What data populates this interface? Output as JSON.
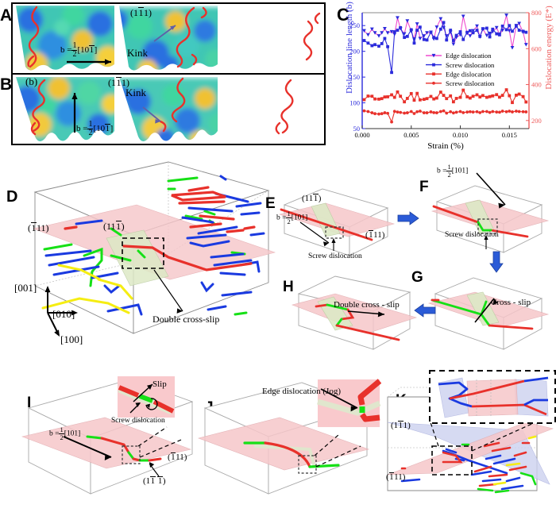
{
  "figure": {
    "panels": [
      "A",
      "B",
      "C",
      "D",
      "E",
      "F",
      "G",
      "H",
      "I",
      "J",
      "K"
    ]
  },
  "panelA": {
    "letter": "A",
    "plane_label": "(1̢1̢1)",
    "plane_label_plain": "(1 1 1)",
    "burgers_label": "b =",
    "burgers_num": "1",
    "burgers_den": "2",
    "burgers_dir": "[10 1]",
    "kink_label": "Kink",
    "subpanels": 3
  },
  "panelB": {
    "letter": "B",
    "sublabel": "(b)",
    "plane_label": "(1 1 1)",
    "burgers_label": "b =",
    "burgers_num": "1",
    "burgers_den": "2",
    "burgers_dir": "[10 1]",
    "kink_label": "Kink",
    "subpanels": 3
  },
  "panelC": {
    "letter": "C"
  },
  "chart_data": {
    "type": "line",
    "title": "",
    "xlabel": "Strain (%)",
    "ylabel_left": "Dislocation line length (b)",
    "ylabel_right": "Dislocation energy (E*)",
    "xlim": [
      0.0,
      0.017
    ],
    "ylim_left": [
      50,
      275
    ],
    "ylim_right": [
      155,
      800
    ],
    "xticks": [
      "0.000",
      "0.005",
      "0.010",
      "0.015"
    ],
    "xtick_values": [
      0.0,
      0.005,
      0.01,
      0.015
    ],
    "yticks_left": [
      "50",
      "100",
      "150",
      "200",
      "250"
    ],
    "ytick_values_left": [
      50,
      100,
      150,
      200,
      250
    ],
    "yticks_right": [
      "200",
      "400",
      "600",
      "800"
    ],
    "ytick_values_right": [
      200,
      400,
      600,
      800
    ],
    "grid": false,
    "legend_position": "center",
    "left_axis_color": "#2b2bdc",
    "right_axis_color": "#ee5b5b",
    "series": [
      {
        "name": "Edge dislocation",
        "axis": "left",
        "color": "#ef4ccf",
        "marker": "triangle-down",
        "marker_color": "#2b2bdc",
        "legend_label": "Edge dislocation",
        "x": [
          0.0002,
          0.0006,
          0.001,
          0.0013,
          0.0017,
          0.002,
          0.0023,
          0.0026,
          0.003,
          0.0033,
          0.0036,
          0.0039,
          0.0043,
          0.0046,
          0.005,
          0.0053,
          0.0056,
          0.0059,
          0.0063,
          0.0066,
          0.007,
          0.0073,
          0.0076,
          0.008,
          0.0083,
          0.0086,
          0.009,
          0.0093,
          0.0096,
          0.01,
          0.0103,
          0.0107,
          0.011,
          0.0113,
          0.0117,
          0.012,
          0.0123,
          0.0127,
          0.013,
          0.0133,
          0.0137,
          0.014,
          0.0143,
          0.0147,
          0.015,
          0.0153,
          0.0157,
          0.016,
          0.0164,
          0.0167
        ],
        "values": [
          240,
          232,
          243,
          236,
          230,
          236,
          244,
          236,
          238,
          233,
          265,
          244,
          234,
          259,
          239,
          224,
          253,
          225,
          230,
          236,
          237,
          224,
          247,
          263,
          246,
          230,
          237,
          214,
          227,
          232,
          268,
          235,
          230,
          240,
          249,
          228,
          243,
          231,
          235,
          238,
          246,
          233,
          241,
          270,
          240,
          207,
          250,
          254,
          237,
          213
        ]
      },
      {
        "name": "Screw dislocation",
        "axis": "left",
        "color": "#2b2bdc",
        "marker": "square",
        "marker_color": "#2b2bdc",
        "legend_label": "Screw dislocation",
        "x": [
          0.0002,
          0.0006,
          0.001,
          0.0013,
          0.0017,
          0.002,
          0.0023,
          0.0026,
          0.003,
          0.0033,
          0.0036,
          0.0039,
          0.0043,
          0.0046,
          0.005,
          0.0053,
          0.0056,
          0.0059,
          0.0063,
          0.0066,
          0.007,
          0.0073,
          0.0076,
          0.008,
          0.0083,
          0.0086,
          0.009,
          0.0093,
          0.0096,
          0.01,
          0.0103,
          0.0107,
          0.011,
          0.0113,
          0.0117,
          0.012,
          0.0123,
          0.0127,
          0.013,
          0.0133,
          0.0137,
          0.014,
          0.0143,
          0.0147,
          0.015,
          0.0153,
          0.0157,
          0.016,
          0.0164,
          0.0167
        ],
        "values": [
          221,
          216,
          211,
          213,
          210,
          215,
          225,
          209,
          159,
          238,
          241,
          246,
          227,
          229,
          242,
          216,
          241,
          247,
          223,
          222,
          237,
          227,
          225,
          243,
          256,
          222,
          241,
          221,
          231,
          238,
          223,
          237,
          240,
          236,
          241,
          229,
          244,
          245,
          228,
          243,
          234,
          232,
          249,
          242,
          250,
          239,
          249,
          241,
          239,
          237
        ]
      },
      {
        "name": "Edge dislocation",
        "axis": "right",
        "color": "#e8312b",
        "marker": "square",
        "marker_color": "#e8312b",
        "legend_label": "Edge dislocation",
        "x": [
          0.0002,
          0.0006,
          0.001,
          0.0013,
          0.0017,
          0.002,
          0.0023,
          0.0026,
          0.003,
          0.0033,
          0.0036,
          0.0039,
          0.0043,
          0.0046,
          0.005,
          0.0053,
          0.0056,
          0.0059,
          0.0063,
          0.0066,
          0.007,
          0.0073,
          0.0076,
          0.008,
          0.0083,
          0.0086,
          0.009,
          0.0093,
          0.0096,
          0.01,
          0.0103,
          0.0107,
          0.011,
          0.0113,
          0.0117,
          0.012,
          0.0123,
          0.0127,
          0.013,
          0.0133,
          0.0137,
          0.014,
          0.0143,
          0.0147,
          0.015,
          0.0153,
          0.0157,
          0.016,
          0.0164,
          0.0167
        ],
        "values": [
          316,
          336,
          335,
          320,
          319,
          322,
          331,
          332,
          343,
          329,
          359,
          335,
          304,
          323,
          350,
          313,
          351,
          315,
          318,
          322,
          334,
          320,
          325,
          358,
          340,
          322,
          337,
          304,
          323,
          329,
          369,
          332,
          325,
          335,
          343,
          331,
          339,
          329,
          333,
          337,
          344,
          330,
          340,
          371,
          338,
          300,
          341,
          347,
          333,
          303
        ]
      },
      {
        "name": "Screw dislocation",
        "axis": "right",
        "color": "#e8312b",
        "marker": "circle",
        "marker_color": "#e8312b",
        "legend_label": "Screw dislocation",
        "x": [
          0.0002,
          0.0006,
          0.001,
          0.0013,
          0.0017,
          0.002,
          0.0023,
          0.0026,
          0.003,
          0.0033,
          0.0036,
          0.0039,
          0.0043,
          0.0046,
          0.005,
          0.0053,
          0.0056,
          0.0059,
          0.0063,
          0.0066,
          0.007,
          0.0073,
          0.0076,
          0.008,
          0.0083,
          0.0086,
          0.009,
          0.0093,
          0.0096,
          0.01,
          0.0103,
          0.0107,
          0.011,
          0.0113,
          0.0117,
          0.012,
          0.0123,
          0.0127,
          0.013,
          0.0133,
          0.0137,
          0.014,
          0.0143,
          0.0147,
          0.015,
          0.0153,
          0.0157,
          0.016,
          0.0164,
          0.0167
        ],
        "values": [
          254,
          250,
          243,
          238,
          236,
          238,
          243,
          240,
          192,
          251,
          247,
          245,
          241,
          243,
          250,
          239,
          249,
          252,
          243,
          243,
          248,
          244,
          243,
          250,
          254,
          241,
          249,
          242,
          246,
          250,
          244,
          247,
          249,
          247,
          249,
          244,
          250,
          250,
          245,
          250,
          247,
          246,
          252,
          249,
          252,
          248,
          252,
          250,
          249,
          248
        ]
      }
    ]
  },
  "panelD": {
    "letter": "D",
    "plane1": "(1 1 1)",
    "plane2": "(1 1 1)",
    "annotation": "Double  cross-slip",
    "axes": [
      "[001]",
      "[010]",
      "[100]"
    ]
  },
  "panelE": {
    "letter": "E",
    "plane_top": "(1 1 1)",
    "plane_bottom": "(1 1 1)",
    "burgers_label": "b =",
    "burgers_num": "1",
    "burgers_den": "2",
    "burgers_dir": "[101]",
    "annotation": "Screw dislocation"
  },
  "panelF": {
    "letter": "F",
    "burgers_label": "b =",
    "burgers_num": "1",
    "burgers_den": "2",
    "burgers_dir": "[101]",
    "annotation": "Screw dislocation"
  },
  "panelG": {
    "letter": "G",
    "annotation": "Cross - slip"
  },
  "panelH": {
    "letter": "H",
    "annotation": "Double cross - slip"
  },
  "panelI": {
    "letter": "I",
    "burgers_label": "b =",
    "burgers_num": "1",
    "burgers_den": "2",
    "burgers_dir": "[101]",
    "inset_slip": "Slip",
    "inset_screw": "Screw dislocation",
    "plane_right": "(1 11)",
    "plane_bottom": "(11 1)"
  },
  "panelJ": {
    "letter": "J",
    "annotation": "Edge dislocation (Jog)"
  },
  "panelK": {
    "letter": "K",
    "plane_top": "(111)",
    "plane_bottom": "(111)"
  },
  "colors": {
    "red": "#e8312b",
    "blue": "#1a3ae0",
    "green": "#16e016",
    "yellow": "#f5ed12",
    "pink_plane": "#f9c9cc",
    "green_plane": "#d7ecc0",
    "blue_plane": "#c9cdf0",
    "arrow_blue": "#2b5bd7",
    "magenta": "#ef4ccf"
  }
}
